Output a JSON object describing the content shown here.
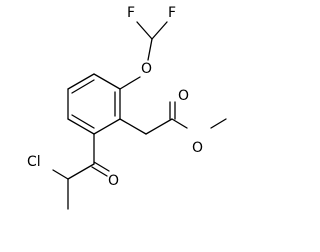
{
  "structure": {
    "atoms": {
      "f1": "F",
      "f2": "F",
      "o_ether": "O",
      "o_carbonyl_ester": "O",
      "o_methoxy": "O",
      "o_ketone": "O",
      "cl": "Cl"
    }
  }
}
